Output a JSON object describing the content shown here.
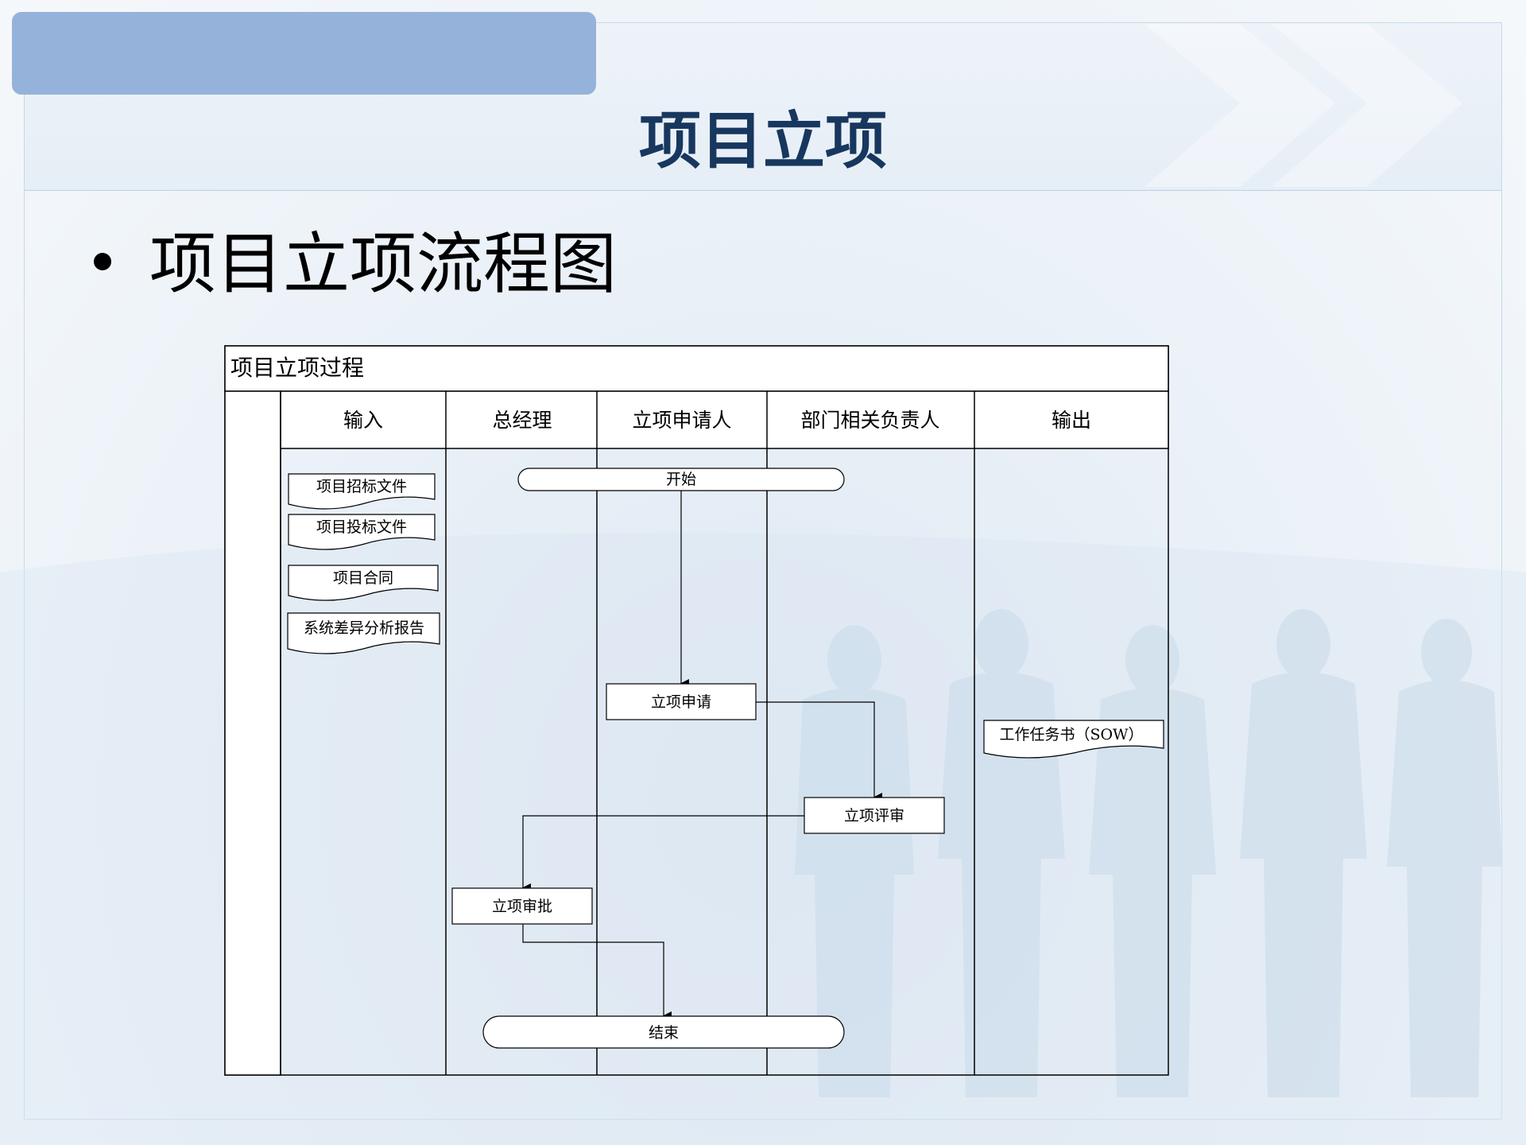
{
  "slide": {
    "title": "项目立项",
    "bullet": "项目立项流程图"
  },
  "diagram": {
    "process_title": "项目立项过程",
    "lanes": [
      "输入",
      "总经理",
      "立项申请人",
      "部门相关负责人",
      "输出"
    ],
    "input_docs": [
      "项目招标文件",
      "项目投标文件",
      "项目合同",
      "系统差异分析报告"
    ],
    "start_label": "开始",
    "step_apply": "立项申请",
    "step_review": "立项评审",
    "step_approve": "立项审批",
    "end_label": "结束",
    "output_doc": "工作任务书（SOW）"
  }
}
